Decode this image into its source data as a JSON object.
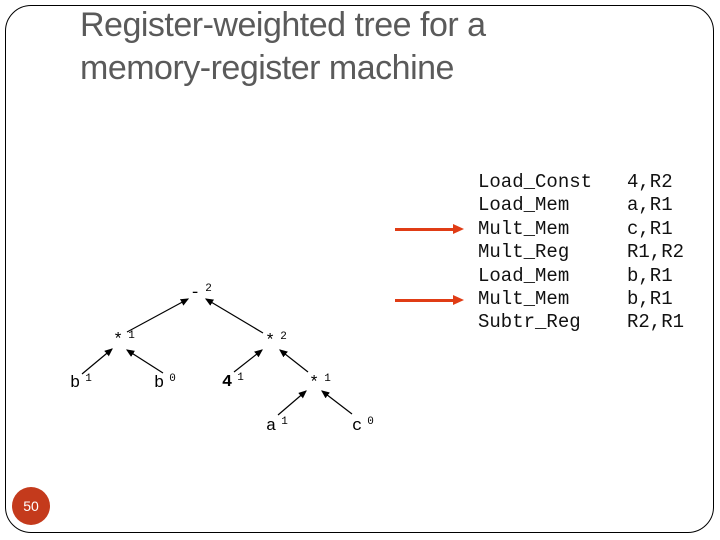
{
  "slide": {
    "title_line1": "Register-weighted tree for a",
    "title_line2": "memory-register machine",
    "page_number": "50"
  },
  "tree": {
    "nodes": [
      {
        "id": "root",
        "label": "-",
        "weight": "2"
      },
      {
        "id": "mul-left",
        "label": "*",
        "weight": "1"
      },
      {
        "id": "mul-right",
        "label": "*",
        "weight": "2"
      },
      {
        "id": "leaf-b1",
        "label": "b",
        "weight": "1"
      },
      {
        "id": "leaf-b0",
        "label": "b",
        "weight": "0"
      },
      {
        "id": "leaf-4",
        "label": "4",
        "weight": "1"
      },
      {
        "id": "mul-inner",
        "label": "*",
        "weight": "1"
      },
      {
        "id": "leaf-a",
        "label": "a",
        "weight": "1"
      },
      {
        "id": "leaf-c",
        "label": "c",
        "weight": "0"
      }
    ]
  },
  "instructions": {
    "rows": [
      {
        "mnemonic": "Load_Const",
        "operands": "4,R2"
      },
      {
        "mnemonic": "Load_Mem",
        "operands": "a,R1"
      },
      {
        "mnemonic": "Mult_Mem",
        "operands": "c,R1"
      },
      {
        "mnemonic": "Mult_Reg",
        "operands": "R1,R2"
      },
      {
        "mnemonic": "Load_Mem",
        "operands": "b,R1"
      },
      {
        "mnemonic": "Mult_Mem",
        "operands": "b,R1"
      },
      {
        "mnemonic": "Subtr_Reg",
        "operands": "R2,R1"
      }
    ]
  },
  "colors": {
    "accent_circle": "#c43a1c",
    "arrow": "#e03c15",
    "title_gray": "#5a5a5a",
    "tree_ink": "#000000"
  }
}
